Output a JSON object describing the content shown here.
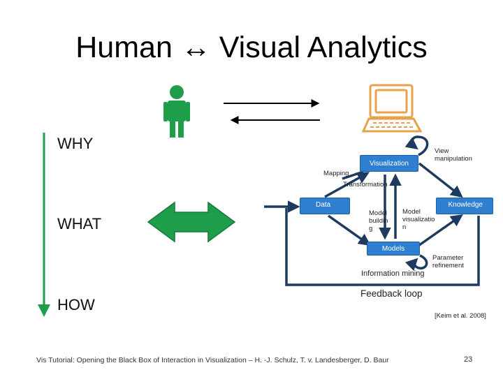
{
  "title": "Human ↔ Visual Analytics",
  "axis": {
    "why": "WHY",
    "what": "WHAT",
    "how": "HOW"
  },
  "diagram": {
    "visualization": "Visualization",
    "data": "Data",
    "knowledge": "Knowledge",
    "models": "Models",
    "view_manipulation": "View manipulation",
    "mapping": "Mapping",
    "transformation": "Transformation",
    "model_building": "Model buildin g",
    "model_visualization": "Model visualizatio n",
    "parameter_refinement": "Parameter refinement",
    "information_mining": "Information mining",
    "feedback_loop": "Feedback loop"
  },
  "citation": "[Keim et al. 2008]",
  "footer": "Vis Tutorial: Opening the Black Box of Interaction in Visualization – H. -J. Schulz, T. v. Landesberger, D. Baur",
  "page_number": "23",
  "colors": {
    "green": "#1e9e4a",
    "dark_navy": "#1f3a5f",
    "box_blue": "#2f7fd0"
  },
  "icons": {
    "human": "person-icon",
    "computer": "computer-icon"
  }
}
